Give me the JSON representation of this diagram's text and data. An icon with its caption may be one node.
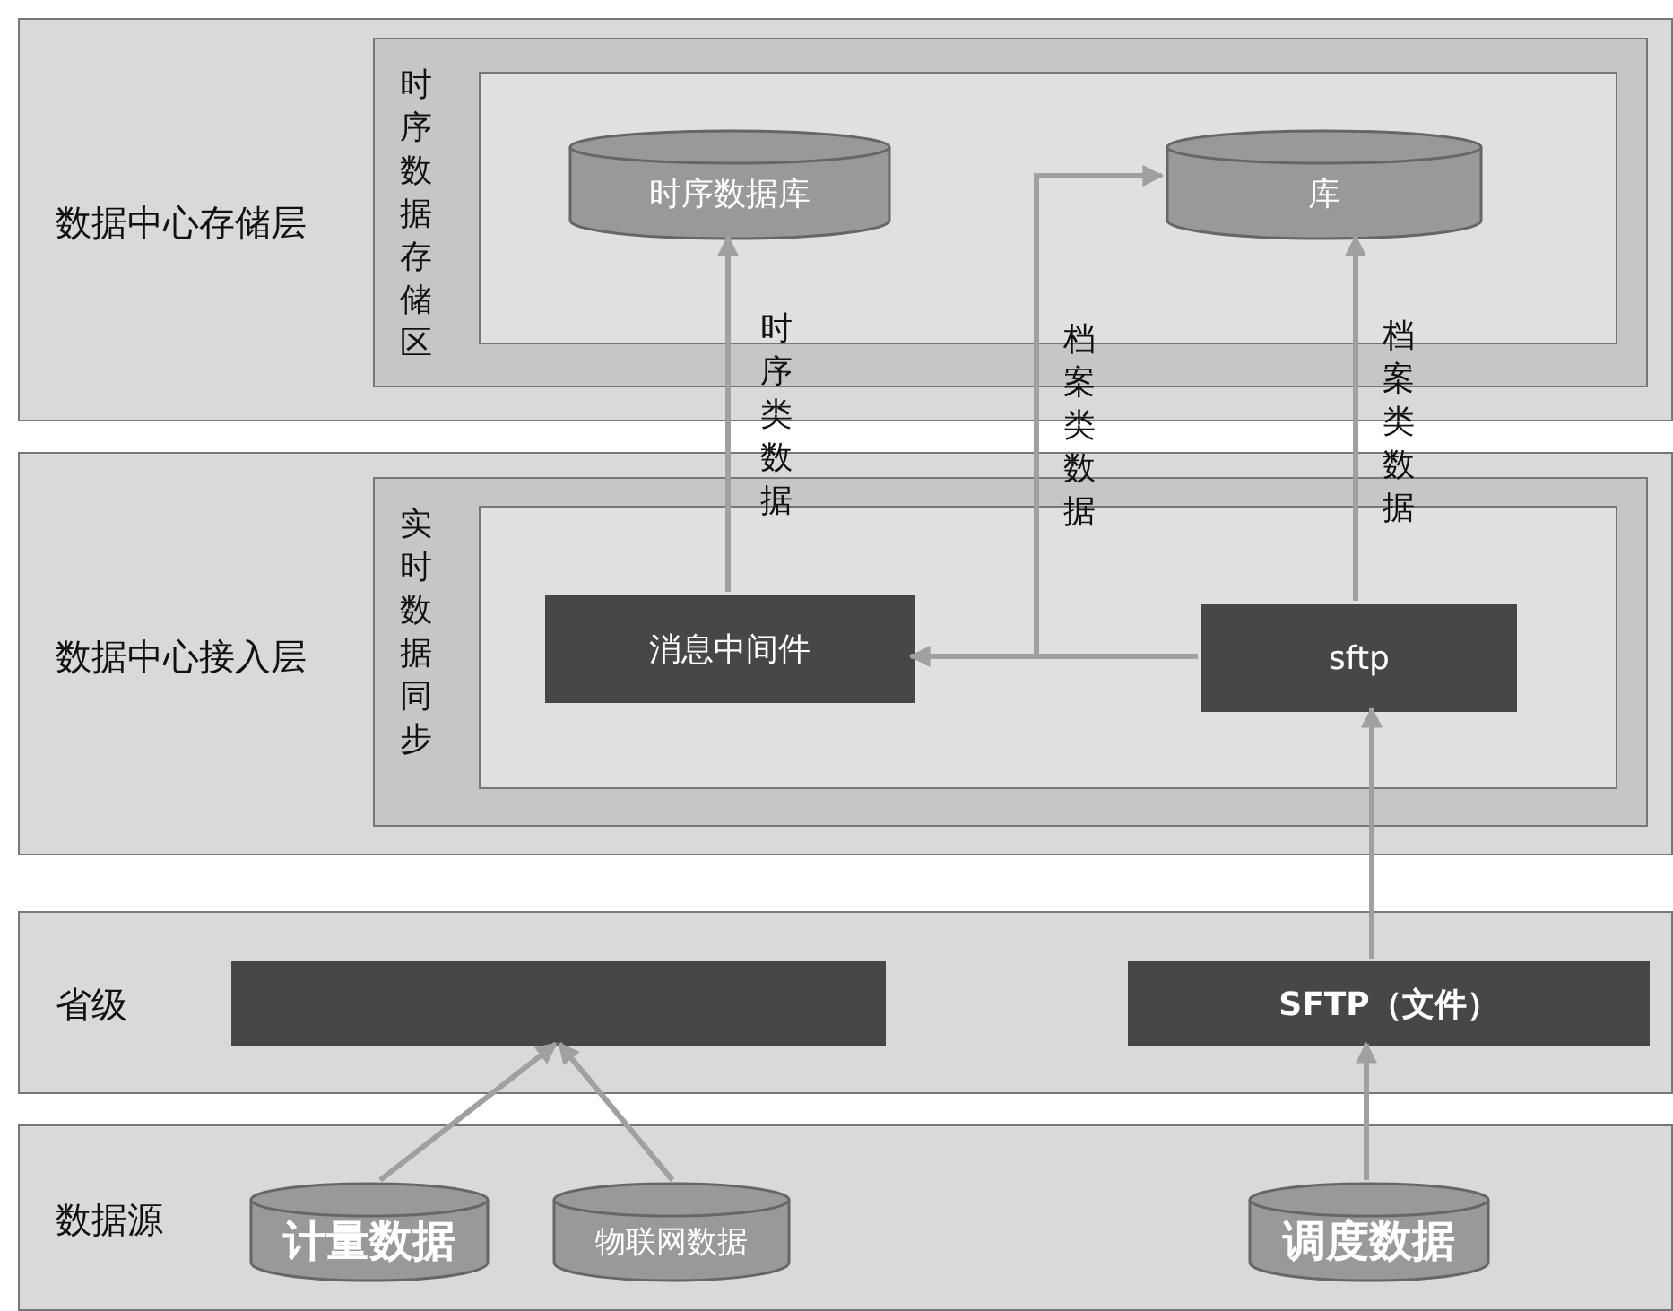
{
  "diagram": {
    "nodes": [
      {
        "text": [
          "数据中心存储层"
        ]
      },
      {
        "text": [
          "时序数据存储区"
        ],
        "in": 0
      },
      {
        "text": [
          "时序数据库"
        ],
        "in": 1
      },
      {
        "text": [
          "库"
        ],
        "in": 1
      },
      {
        "text": [
          "数据中心接入层"
        ]
      },
      {
        "text": [
          "实时数据同步"
        ],
        "in": 4
      },
      {
        "text": [
          "消息中间件"
        ],
        "in": 5
      },
      {
        "text": [
          "sftp"
        ],
        "in": 5
      },
      {
        "text": [
          "省级"
        ]
      },
      {
        "text": [],
        "shape": "box",
        "in": 8
      },
      {
        "text": [
          "SFTP（文件）"
        ],
        "in": 8
      },
      {
        "text": [
          "数据源"
        ]
      },
      {
        "text": [
          "计量数据"
        ],
        "in": 11
      },
      {
        "text": [
          "物联网数据"
        ],
        "in": 11
      },
      {
        "text": [
          "调度数据"
        ],
        "in": 11
      }
    ],
    "edges": [
      {
        "from": 6,
        "to": 2,
        "arrow": "to",
        "label": "时序类数据"
      },
      {
        "from": 7,
        "to": 6,
        "arrow": "to"
      },
      {
        "from": 7,
        "to": 3,
        "arrow": "to",
        "label": "档案类数据"
      },
      {
        "from": 7,
        "to": 3,
        "arrow": "to",
        "label": "档案类数据"
      },
      {
        "from": 12,
        "to": 9,
        "arrow": "to"
      },
      {
        "from": 13,
        "to": 9,
        "arrow": "to"
      },
      {
        "from": 14,
        "to": 10,
        "arrow": "to"
      },
      {
        "from": 10,
        "to": 7,
        "arrow": "to"
      }
    ]
  }
}
